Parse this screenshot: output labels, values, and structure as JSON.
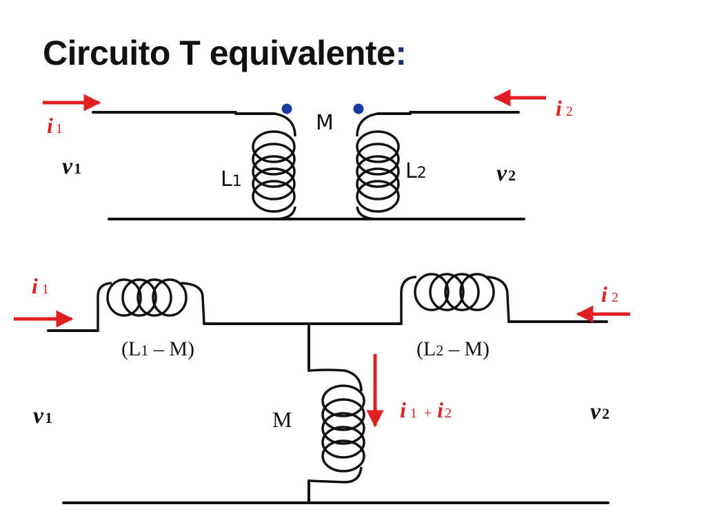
{
  "title": "Circuito T equivalente",
  "title_colon": ":",
  "colors": {
    "wire": "#111111",
    "current": "#e02020",
    "dot": "#1a3aa0"
  },
  "top_circuit": {
    "i1": {
      "sym": "i",
      "sub": "1"
    },
    "i2": {
      "sym": "i",
      "sub": "2"
    },
    "v1": {
      "sym": "v",
      "sub": "1"
    },
    "v2": {
      "sym": "v",
      "sub": "2"
    },
    "L1": {
      "sym": "L",
      "sub": "1"
    },
    "L2": {
      "sym": "L",
      "sub": "2"
    },
    "M": "M"
  },
  "bottom_circuit": {
    "i1": {
      "sym": "i",
      "sub": "1"
    },
    "i2": {
      "sym": "i",
      "sub": "2"
    },
    "v1": {
      "sym": "v",
      "sub": "1"
    },
    "v2": {
      "sym": "v",
      "sub": "2"
    },
    "L1M": {
      "open": "(L",
      "sub": "1",
      "close": " – M)"
    },
    "L2M": {
      "open": "(L",
      "sub": "2",
      "close": " – M)"
    },
    "M": "M",
    "sum": {
      "i1": "i",
      "s1": "1",
      "plus": "+",
      "i2": "i",
      "s2": "2"
    }
  }
}
